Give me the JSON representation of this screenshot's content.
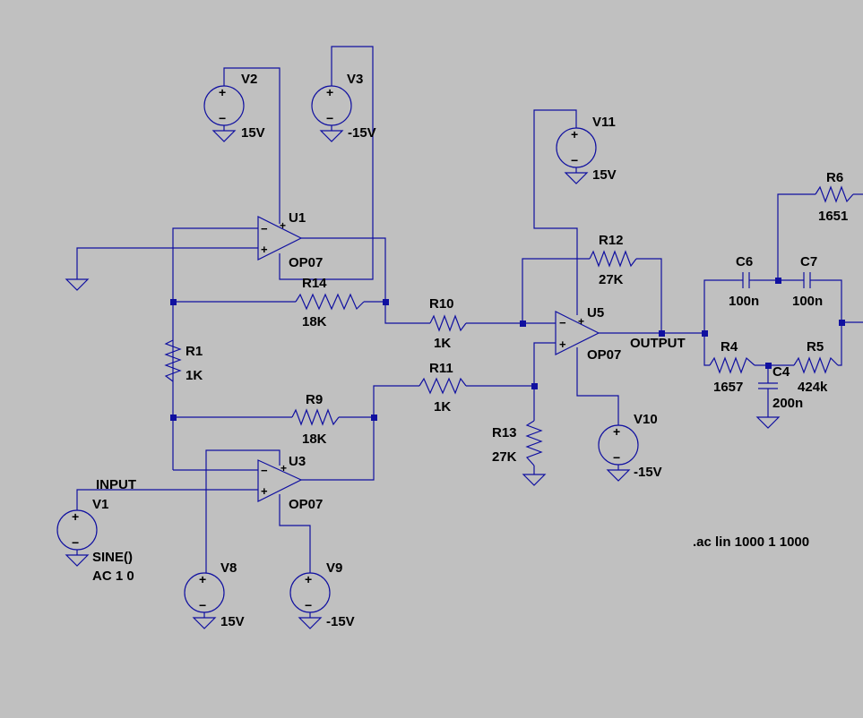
{
  "colors": {
    "background": "#c0c0c0",
    "wire": "#1010a0",
    "text": "#000000"
  },
  "components": {
    "V1": {
      "name": "V1",
      "value": "SINE()",
      "value2": "AC 1 0"
    },
    "V2": {
      "name": "V2",
      "value": "15V"
    },
    "V3": {
      "name": "V3",
      "value": "-15V"
    },
    "V8": {
      "name": "V8",
      "value": "15V"
    },
    "V9": {
      "name": "V9",
      "value": "-15V"
    },
    "V10": {
      "name": "V10",
      "value": "-15V"
    },
    "V11": {
      "name": "V11",
      "value": "15V"
    },
    "U1": {
      "name": "U1",
      "model": "OP07"
    },
    "U3": {
      "name": "U3",
      "model": "OP07"
    },
    "U5": {
      "name": "U5",
      "model": "OP07"
    },
    "R1": {
      "name": "R1",
      "value": "1K"
    },
    "R4": {
      "name": "R4",
      "value": "1657"
    },
    "R5": {
      "name": "R5",
      "value": "424k"
    },
    "R6": {
      "name": "R6",
      "value": "1651"
    },
    "R9": {
      "name": "R9",
      "value": "18K"
    },
    "R10": {
      "name": "R10",
      "value": "1K"
    },
    "R11": {
      "name": "R11",
      "value": "1K"
    },
    "R12": {
      "name": "R12",
      "value": "27K"
    },
    "R13": {
      "name": "R13",
      "value": "27K"
    },
    "R14": {
      "name": "R14",
      "value": "18K"
    },
    "C4": {
      "name": "C4",
      "value": "200n"
    },
    "C6": {
      "name": "C6",
      "value": "100n"
    },
    "C7": {
      "name": "C7",
      "value": "100n"
    }
  },
  "nets": {
    "input": "INPUT",
    "output": "OUTPUT"
  },
  "directive": ".ac lin 1000 1 1000",
  "symbols": {
    "plus": "+",
    "minus": "−"
  }
}
